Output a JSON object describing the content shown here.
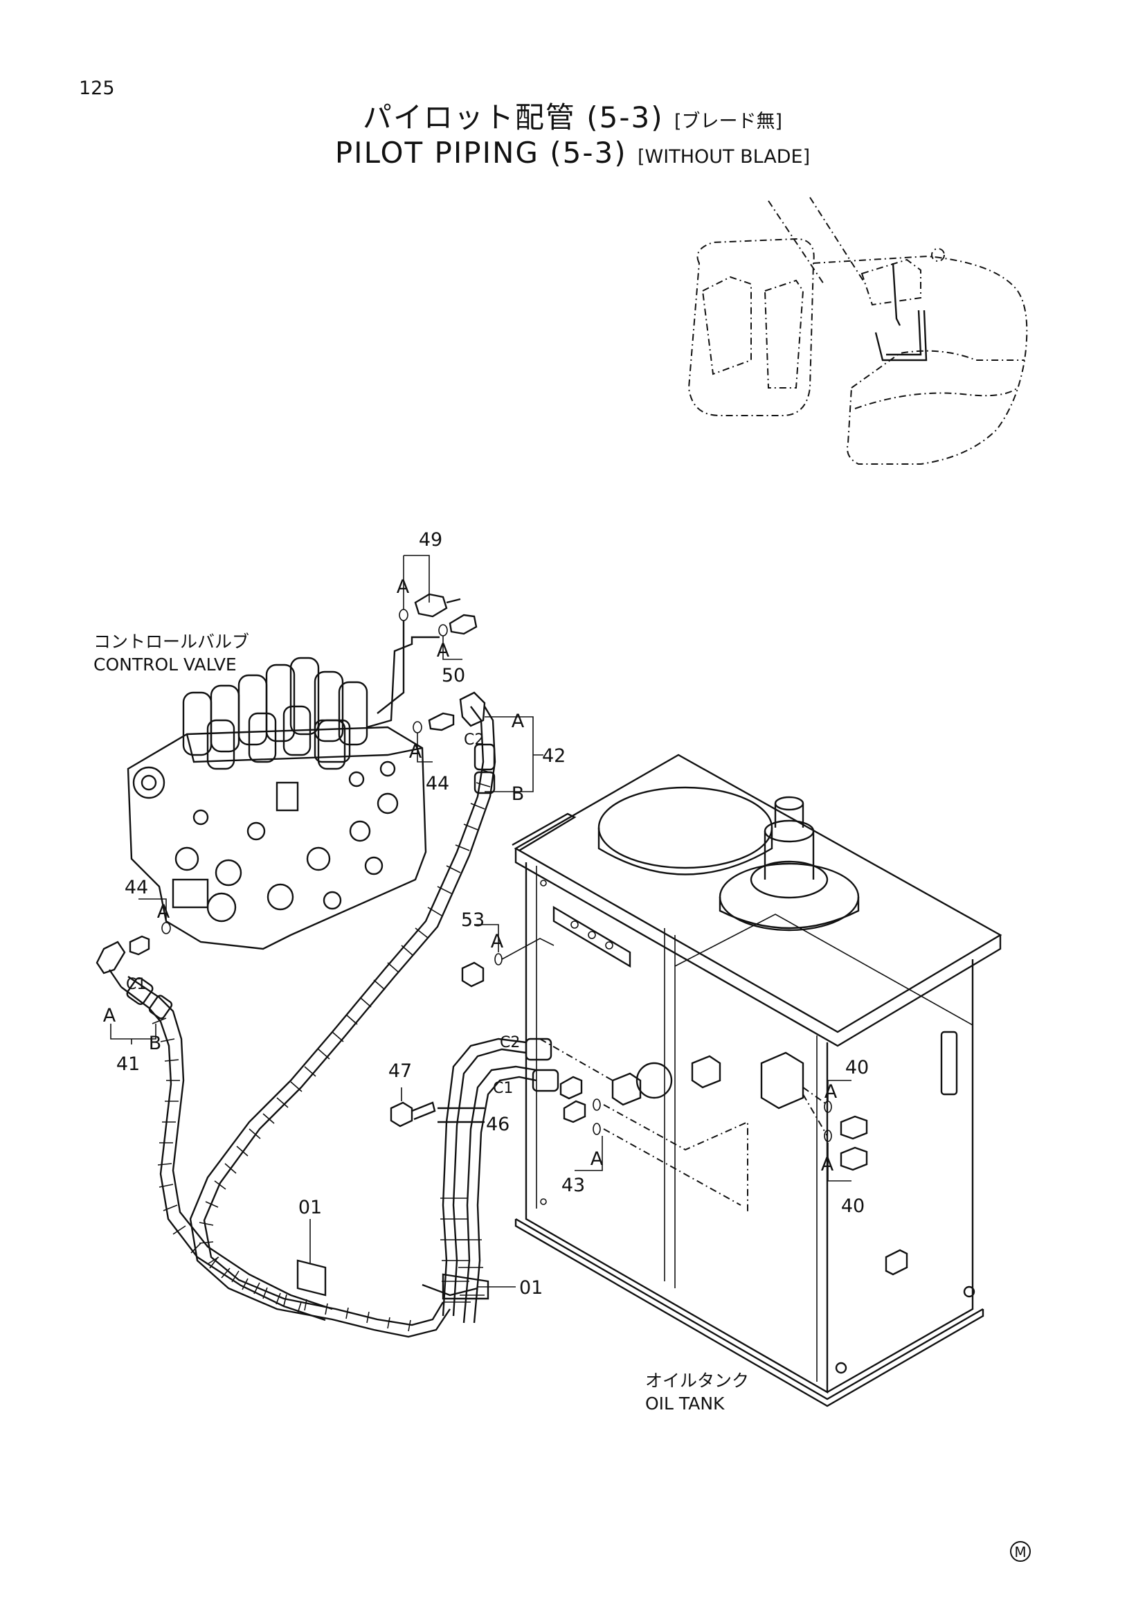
{
  "page_number": "125",
  "title": {
    "japanese": "パイロット配管 (5-3)",
    "japanese_sub": "[ブレード無]",
    "english": "PILOT PIPING (5-3)",
    "english_sub": "[WITHOUT BLADE]"
  },
  "components": {
    "control_valve": {
      "japanese": "コントロールバルブ",
      "english": "CONTROL VALVE"
    },
    "oil_tank": {
      "japanese": "オイルタンク",
      "english": "OIL TANK"
    }
  },
  "part_numbers": {
    "p49": "49",
    "p50": "50",
    "p42": "42",
    "p44_top": "44",
    "p44_left": "44",
    "p53": "53",
    "p41": "41",
    "p47": "47",
    "p46": "46",
    "p43": "43",
    "p40_top": "40",
    "p40_bottom": "40",
    "p01_left": "01",
    "p01_right": "01"
  },
  "connection_labels": {
    "A": "A",
    "B": "B",
    "C1": "C1",
    "C2": "C2"
  },
  "mark": "M"
}
